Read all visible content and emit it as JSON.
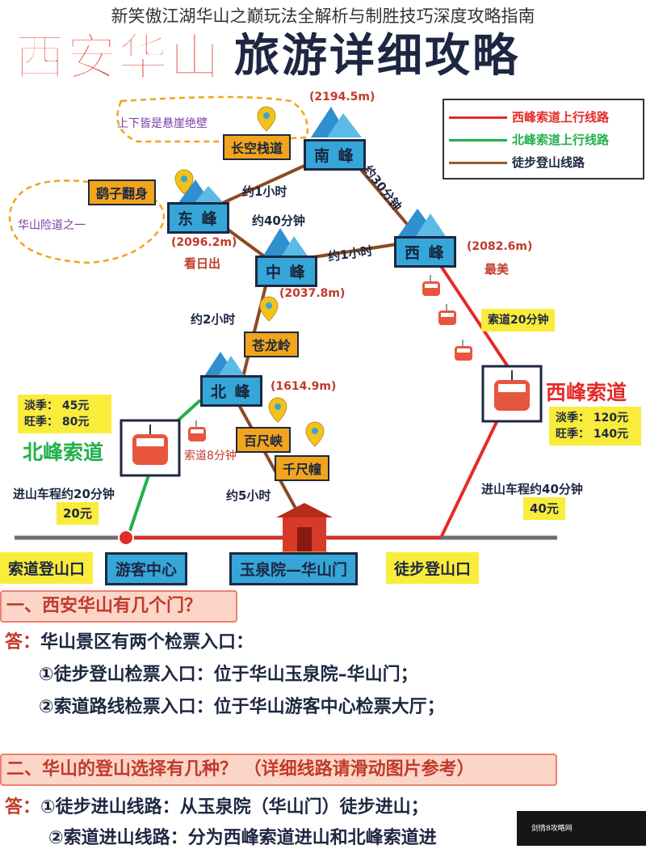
{
  "overlay_title": "新笑傲江湖华山之巅玩法全解析与制胜技巧深度攻略指南",
  "title_red": "西安华山",
  "title_dark": "旅游详细攻略",
  "legend": [
    {
      "text": "西峰索道上行线路",
      "color": "#e32b28"
    },
    {
      "text": "北峰索道上行线路",
      "color": "#22b04c"
    },
    {
      "text": "徒步登山线路",
      "color": "#9a5a2b"
    }
  ],
  "peaks": {
    "south": {
      "name": "南 峰",
      "elev": "(2194.5m)"
    },
    "east": {
      "name": "东 峰",
      "elev": "(2096.2m)",
      "note": "看日出"
    },
    "middle": {
      "name": "中 峰",
      "elev": "(2037.8m)"
    },
    "west": {
      "name": "西 峰",
      "elev": "(2082.6m)",
      "note": "最美"
    },
    "north": {
      "name": "北 峰",
      "elev": "(1614.9m)"
    }
  },
  "spots": {
    "changkong": "长空栈道",
    "yaozi": "鹞子翻身",
    "canglong": "苍龙岭",
    "baichi": "百尺峡",
    "qianchi": "千尺幢"
  },
  "cliff_notes": {
    "top": "上下皆是悬崖绝壁",
    "left": "华山险道之一"
  },
  "times": {
    "east_south": "约1小时",
    "south_west": "约30分钟",
    "east_middle": "约40分钟",
    "middle_west": "约1小时",
    "middle_north": "约2小时",
    "north_gate": "约5小时"
  },
  "west_cable": {
    "ride": "索道20分钟",
    "name": "西峰索道",
    "price_low": "淡季： 120元",
    "price_high": "旺季： 140元",
    "drive": "进山车程约40分钟",
    "drive_price": "40元"
  },
  "north_cable": {
    "price_low": "淡季： 45元",
    "price_high": "旺季： 80元",
    "name": "北峰索道",
    "ride": "索道8分钟",
    "drive": "进山车程约20分钟",
    "drive_price": "20元"
  },
  "gates": {
    "cable_entry": "索道登山口",
    "visitor_center": "游客中心",
    "yuquan": "玉泉院—华山门",
    "hike_entry": "徒步登山口"
  },
  "q1": {
    "title": "一、西安华山有几个门？",
    "label": "答：",
    "answer": "华山景区有两个检票入口：",
    "item1": "①徒步登山检票入口：位于华山玉泉院–华山门；",
    "item2": "②索道路线检票入口：位于华山游客中心检票大厅；"
  },
  "q2": {
    "title": "二、华山的登山选择有几种？ （详细线路请滑动图片参考）",
    "label": "答：",
    "item1": "①徒步进山线路：从玉泉院（华山门）徒步进山；",
    "item2": "②索道进山线路：分为西峰索道进山和北峰索道进"
  },
  "watermark": "剑情8攻略网"
}
